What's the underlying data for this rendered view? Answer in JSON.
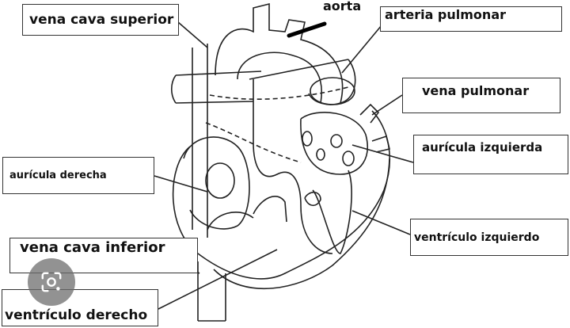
{
  "diagram": {
    "labels": {
      "vena_cava_superior": "vena cava superior",
      "aorta": "aorta",
      "arteria_pulmonar": "arteria pulmonar",
      "vena_pulmonar": "vena pulmonar",
      "auricula_izquierda": "aurícula izquierda",
      "auricula_derecha": "aurícula derecha",
      "ventriculo_izquierdo": "ventrículo izquierdo",
      "vena_cava_inferior": "vena cava inferior",
      "ventriculo_derecho": "ventrículo derecho"
    },
    "overlay_icon": "visual-search-lens-icon"
  }
}
